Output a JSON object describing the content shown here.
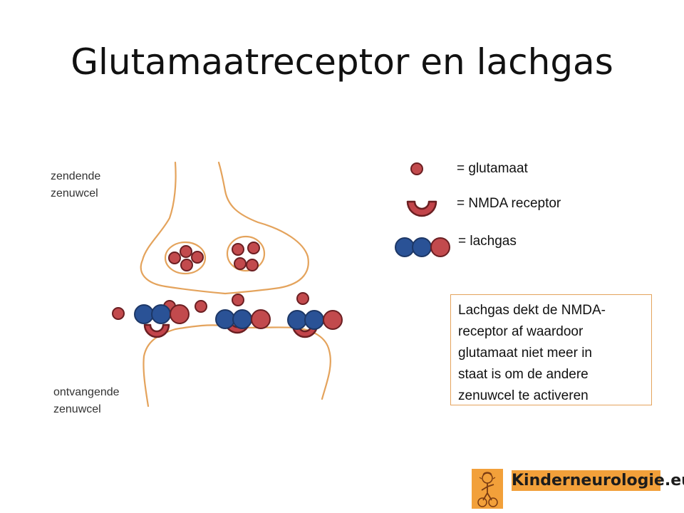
{
  "slide": {
    "title": "Glutamaatreceptor en lachgas"
  },
  "labels": {
    "sending_line1": "zendende",
    "sending_line2": "zenuwcel",
    "receiving_line1": "ontvangende",
    "receiving_line2": "zenuwcel"
  },
  "legend": {
    "glutamate": "= glutamaat",
    "nmda": "= NMDA receptor",
    "laughing_gas": "= lachgas"
  },
  "explanation": {
    "lines": [
      "Lachgas dekt de NMDA-",
      "receptor af waardoor",
      "glutamaat niet meer in",
      "staat is om de andere",
      "zenuwcel te activeren"
    ]
  },
  "brand": {
    "name": "Kinderneurologie.eu"
  },
  "colors": {
    "glutamate": "#c24a4d",
    "receptor": "#c2444a",
    "gas_blue": "#2a5296",
    "outline": "#e4a35c",
    "brand_bg": "#f2a03a"
  }
}
